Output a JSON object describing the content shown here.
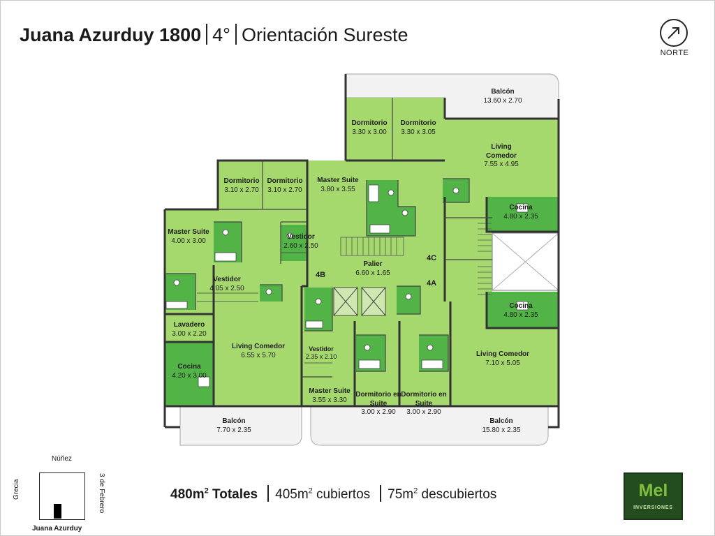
{
  "header": {
    "building": "Juana Azurduy 1800",
    "floor": "4°",
    "orientation": "Orientación Sureste"
  },
  "compass": {
    "label": "NORTE"
  },
  "rooms": [
    {
      "name": "Balcón",
      "size": "13.60 x 2.70"
    },
    {
      "name": "Dormitorio",
      "size": "3.30 x 3.00"
    },
    {
      "name": "Dormitorio",
      "size": "3.30 x 3.05"
    },
    {
      "name": "Living Comedor",
      "size": "7.55 x 4.95"
    },
    {
      "name": "Dormitorio",
      "size": "3.10 x 2.70"
    },
    {
      "name": "Dormitorio",
      "size": "3.10 x 2.70"
    },
    {
      "name": "Master Suite",
      "size": "3.80 x 3.55"
    },
    {
      "name": "Cocina",
      "size": "4.80 x 2.35"
    },
    {
      "name": "Master Suite",
      "size": "4.00 x 3.00"
    },
    {
      "name": "Vestidor",
      "size": "2.60 x 2.50"
    },
    {
      "name": "Palier",
      "size": "6.60 x 1.65"
    },
    {
      "name": "Vestidor",
      "size": "4.05 x 2.50"
    },
    {
      "name": "Cocina",
      "size": "4.80 x 2.35"
    },
    {
      "name": "Lavadero",
      "size": "3.00 x 2.20"
    },
    {
      "name": "Living Comedor",
      "size": "6.55 x 5.70"
    },
    {
      "name": "Vestidor",
      "size": "2.35 x 2.10"
    },
    {
      "name": "Living Comedor",
      "size": "7.10 x 5.05"
    },
    {
      "name": "Cocina",
      "size": "4.20 x 3.00"
    },
    {
      "name": "Master Suite",
      "size": "3.55 x 3.30"
    },
    {
      "name": "Dormitorio en Suite",
      "size": "3.00 x 2.90"
    },
    {
      "name": "Dormitorio en Suite",
      "size": "3.00 x 2.90"
    },
    {
      "name": "Balcón",
      "size": "7.70 x 2.35"
    },
    {
      "name": "Balcón",
      "size": "15.80 x 2.35"
    }
  ],
  "units": [
    "4C",
    "4B",
    "4A"
  ],
  "totals": {
    "total_value": "480m",
    "total_sup": "2",
    "total_label": " Totales",
    "covered_value": "405m",
    "covered_sup": "2",
    "covered_label": " cubiertos",
    "uncovered_value": "75m",
    "uncovered_sup": "2",
    "uncovered_label": " descubiertos"
  },
  "location": {
    "north_street": "Núñez",
    "west_street": "Grecia",
    "east_street": "3 de Febrero",
    "south_street": "Juana Azurduy"
  },
  "logo": {
    "main": "Mel",
    "sub": "INVERSIONES"
  },
  "colors": {
    "living": "#a5d86d",
    "wet": "#52b447",
    "balcony": "#f2f2f2",
    "wall": "#333333"
  }
}
